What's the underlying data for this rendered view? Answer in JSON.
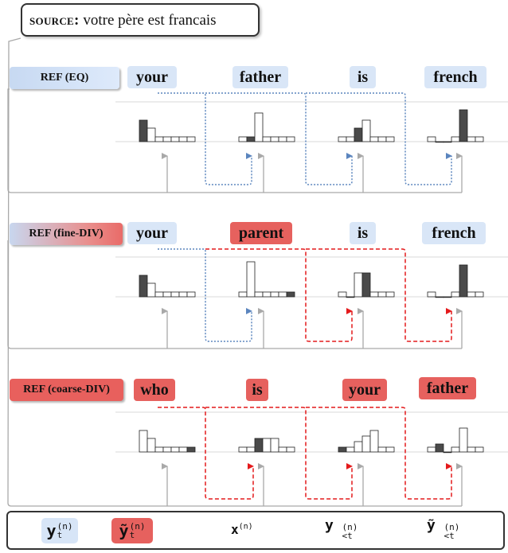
{
  "source": {
    "tag": "source:",
    "text": "votre père est francais"
  },
  "refs": [
    {
      "id": "eq",
      "label": "REF (EQ)",
      "words": [
        {
          "text": "your",
          "color": "blue"
        },
        {
          "text": "father",
          "color": "blue"
        },
        {
          "text": "is",
          "color": "blue"
        },
        {
          "text": "french",
          "color": "blue"
        }
      ]
    },
    {
      "id": "fine-div",
      "label": "REF (fine-DIV)",
      "words": [
        {
          "text": "your",
          "color": "blue"
        },
        {
          "text": "parent",
          "color": "red"
        },
        {
          "text": "is",
          "color": "blue"
        },
        {
          "text": "french",
          "color": "blue"
        }
      ]
    },
    {
      "id": "coarse-div",
      "label": "REF (coarse-DIV)",
      "words": [
        {
          "text": "who",
          "color": "red"
        },
        {
          "text": "is",
          "color": "red"
        },
        {
          "text": "your",
          "color": "red"
        },
        {
          "text": "father",
          "color": "red"
        }
      ]
    }
  ],
  "legend": {
    "sym1": {
      "main": "y",
      "sup": "(n)",
      "sub": "t"
    },
    "sym2": {
      "main": "ỹ",
      "sup": "(n)",
      "sub": "t"
    },
    "arrow_grey": {
      "main": "x",
      "sup": "(n)"
    },
    "arrow_blue": {
      "main": "y",
      "sup": "(n)",
      "sub": "<t"
    },
    "arrow_red": {
      "main": "ỹ",
      "sup": "(n)",
      "sub": "<t"
    }
  },
  "colors": {
    "blue_fill": "#d9e6f7",
    "red_fill": "#e6615e",
    "grey_arrow": "#a9a9a9",
    "blue_dotted": "#5b85be",
    "red_dashed": "#e41a1c",
    "bar_dark": "#4a4a4a"
  }
}
